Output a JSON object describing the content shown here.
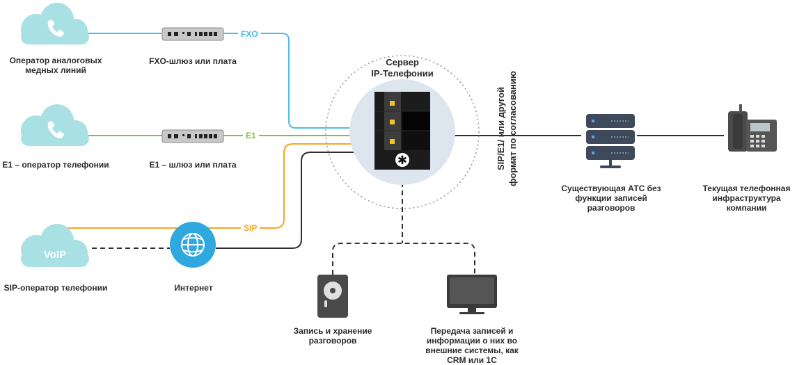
{
  "nodes": {
    "analog_operator": "Оператор аналоговых\nмедных линий",
    "fxo_gateway": "FXO-шлюз или плата",
    "e1_operator": "E1 – оператор телефонии",
    "e1_gateway": "E1 – шлюз или плата",
    "sip_operator": "SIP-оператор телефонии",
    "voip_cloud": "VoIP",
    "internet": "Интернет",
    "server": "Сервер\nIP-Телефонии",
    "existing_pbx": "Существующая АТС без\nфункции записей\nразговоров",
    "phone_infra": "Текущая телефонная\nинфраструктура\nкомпании",
    "recording": "Запись и хранение\nразговоров",
    "export": "Передача записей и\nинформации о них во\nвнешние системы, как\nCRM или 1С"
  },
  "links": {
    "fxo": "FXO",
    "e1": "E1",
    "sip": "SIP",
    "trunk": "SIP/E1/ или другой\nформат по согласованию"
  },
  "colors": {
    "fxo": "#4dbde7",
    "e1": "#7cc242",
    "sip": "#f6a623",
    "dark": "#2f2f2f",
    "cloud": "#a8e0e3",
    "server_ring": "#dde5ee",
    "globe": "#2fa8e0"
  }
}
